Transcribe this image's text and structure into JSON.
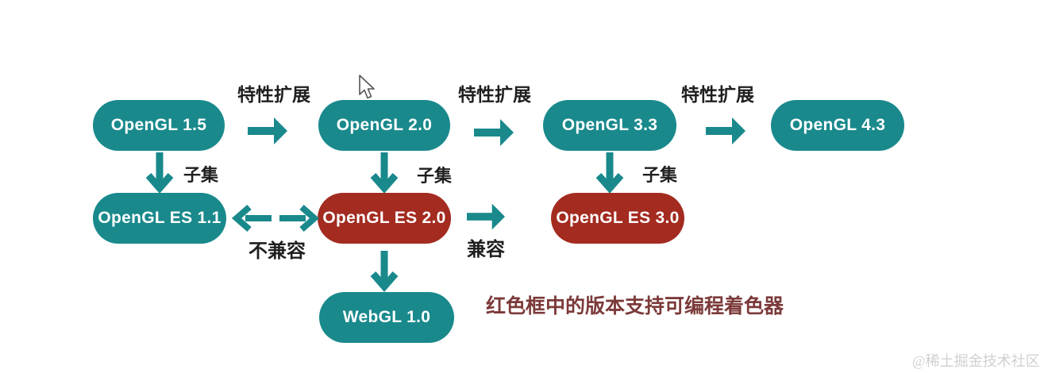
{
  "nodes": {
    "gl15": {
      "label": "OpenGL 1.5"
    },
    "gl20": {
      "label": "OpenGL 2.0"
    },
    "gl33": {
      "label": "OpenGL 3.3"
    },
    "gl43": {
      "label": "OpenGL 4.3"
    },
    "es11": {
      "label": "OpenGL ES 1.1"
    },
    "es20": {
      "label": "OpenGL ES 2.0"
    },
    "es30": {
      "label": "OpenGL ES 3.0"
    },
    "webgl": {
      "label": "WebGL 1.0"
    }
  },
  "labels": {
    "feature_extension": [
      "特性扩展",
      "特性扩展",
      "特性扩展"
    ],
    "subset": [
      "子集",
      "子集",
      "子集"
    ],
    "incompatible": "不兼容",
    "compatible": "兼容"
  },
  "note": "红色框中的版本支持可编程着色器",
  "watermark": "@稀土掘金技术社区",
  "colors": {
    "teal": "#19898C",
    "red": "#A32B20",
    "label_text": "#1F1F1F",
    "note_text": "#7C3A3A",
    "watermark_text": "#D0D0D0"
  }
}
